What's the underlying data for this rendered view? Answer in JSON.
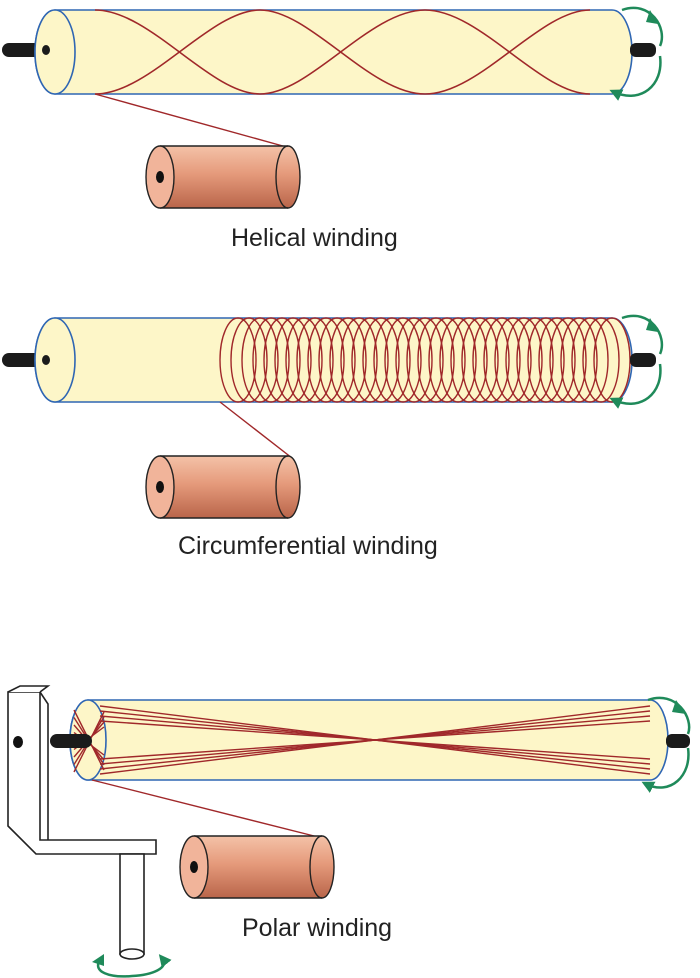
{
  "labels": {
    "helical": "Helical winding",
    "circumferential": "Circumferential winding",
    "polar": "Polar winding"
  },
  "colors": {
    "mandrel_fill": "#fdf6c8",
    "mandrel_outline": "#2f66b3",
    "fiber": "#a0282a",
    "spool_light": "#f2b59a",
    "spool_dark": "#c66f52",
    "shaft": "#1b1b1b",
    "rotation_arrow": "#1f8a5a"
  },
  "panels": [
    {
      "name": "helical-winding-panel",
      "winding": "helical"
    },
    {
      "name": "circumferential-winding-panel",
      "winding": "circumferential"
    },
    {
      "name": "polar-winding-panel",
      "winding": "polar"
    }
  ]
}
